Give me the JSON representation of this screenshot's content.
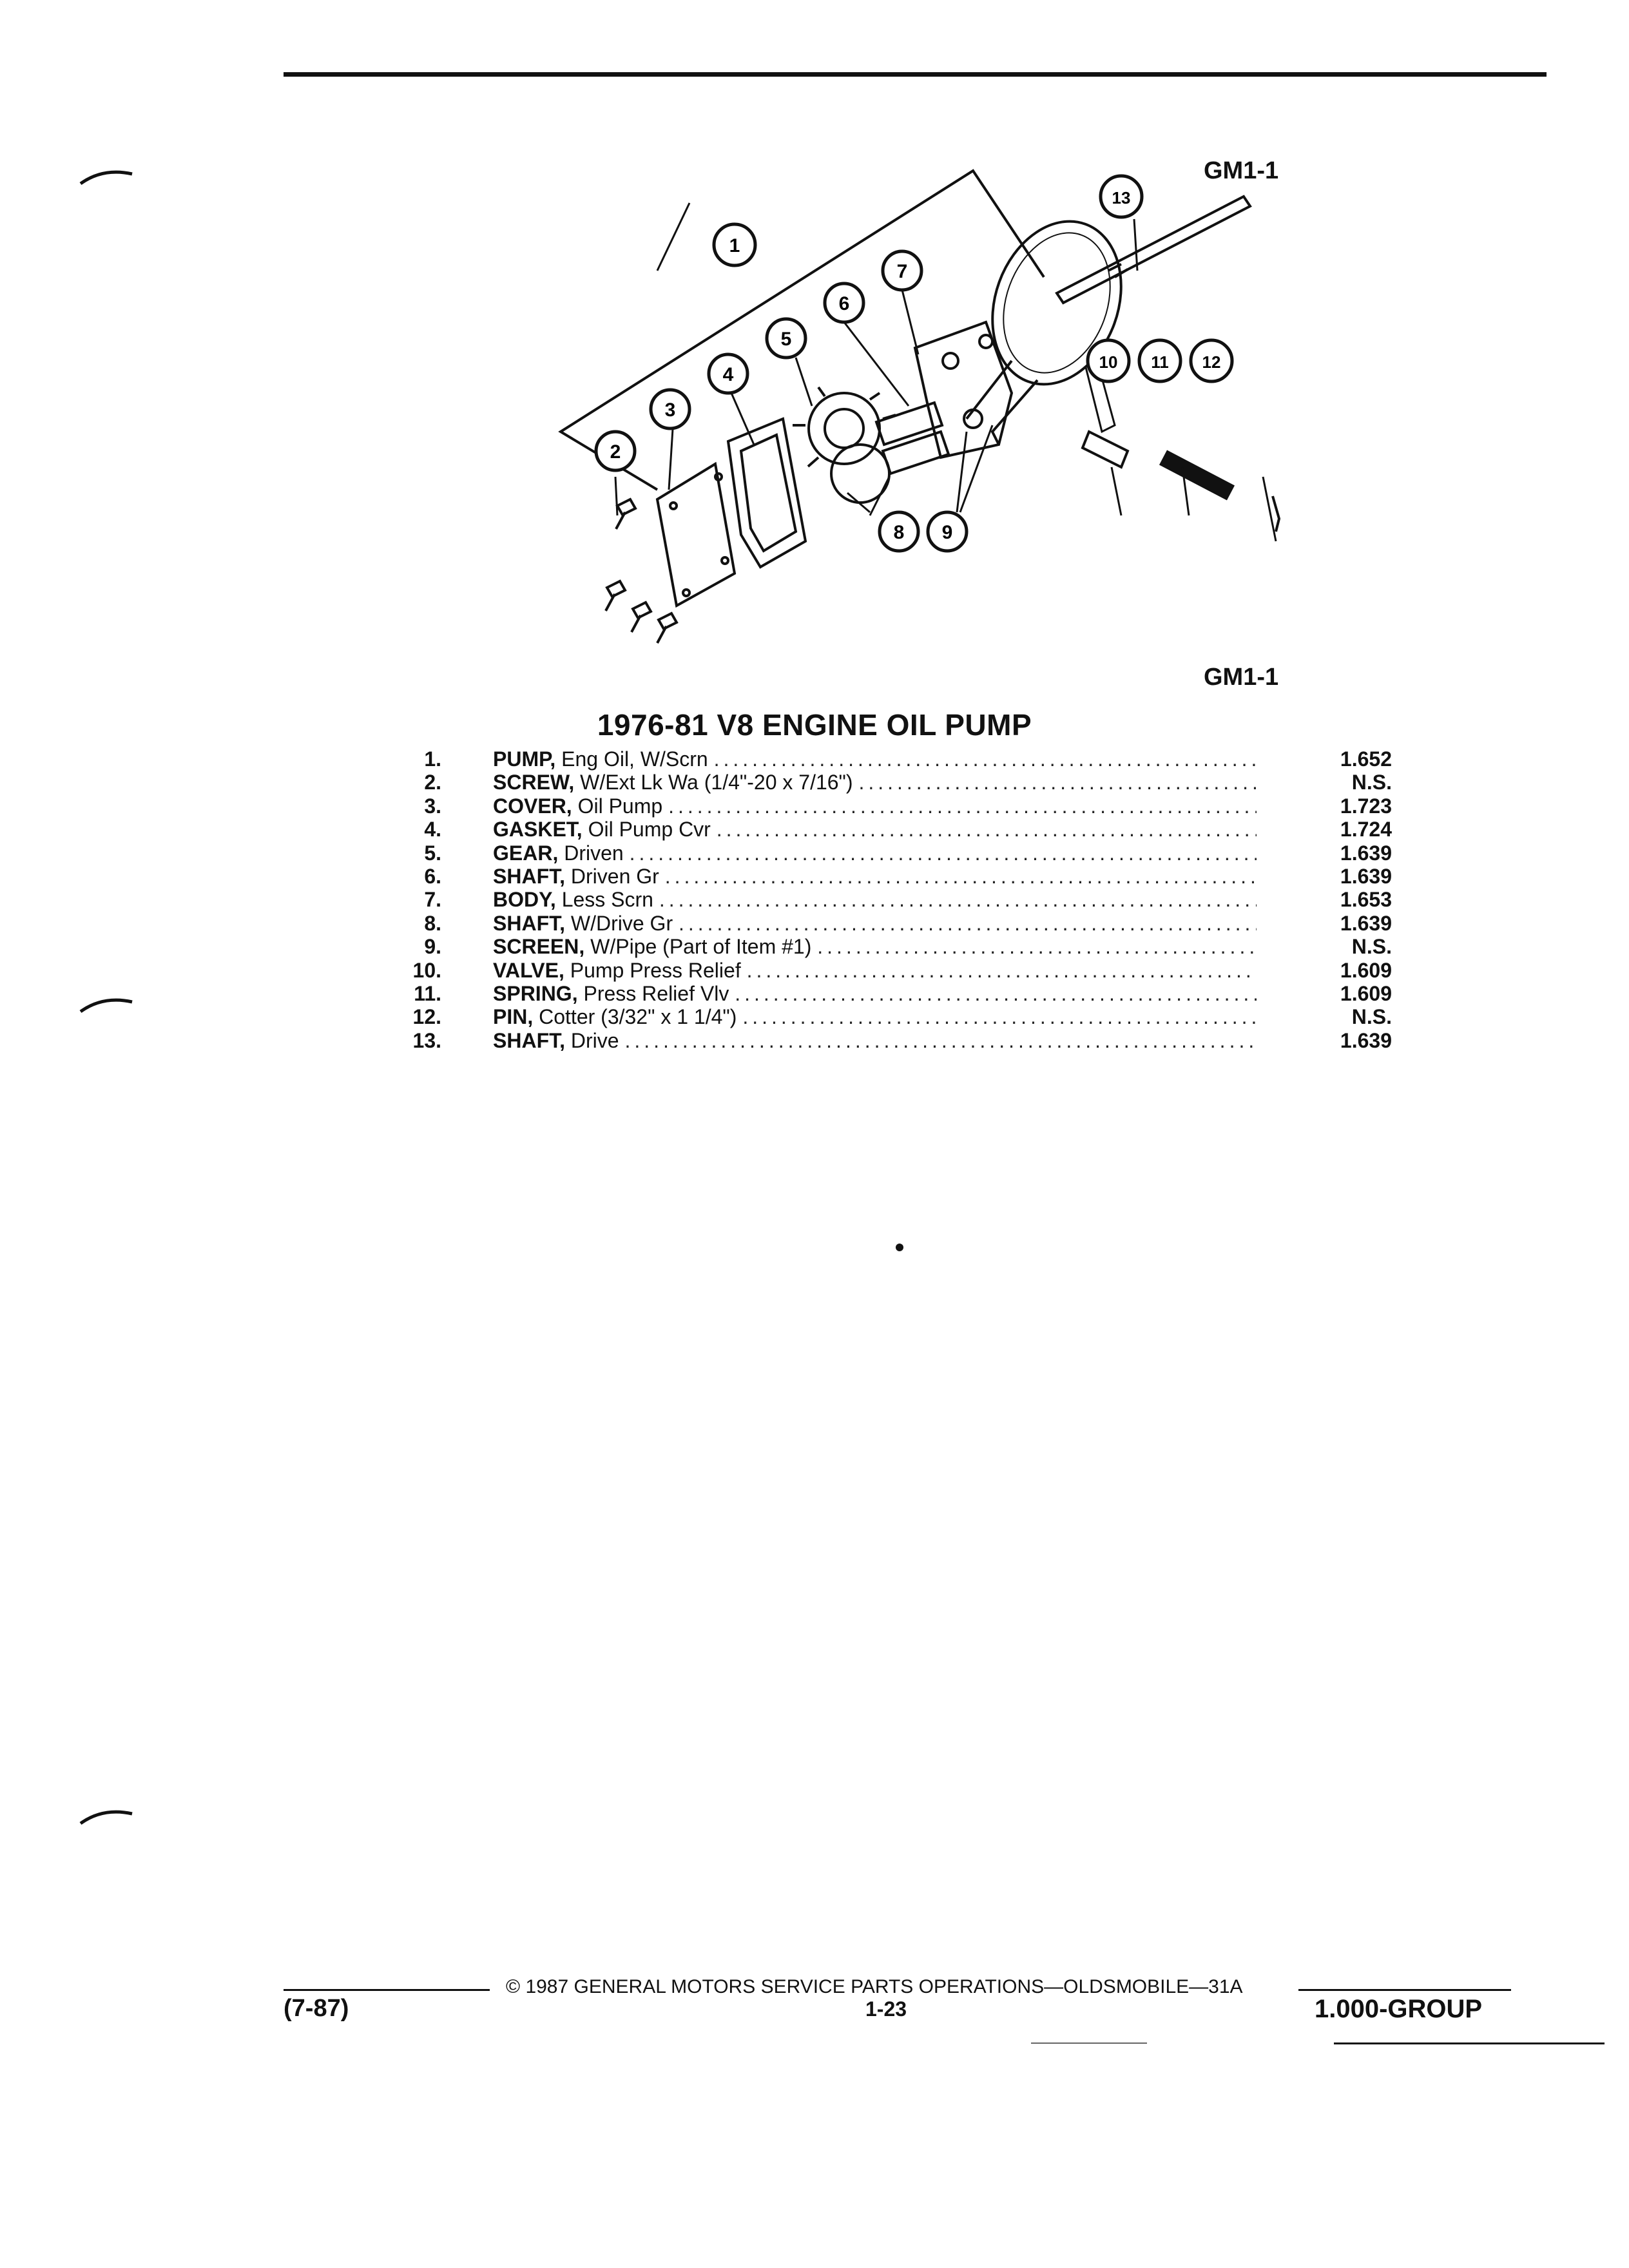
{
  "header": {
    "figure_id_top": "GM1-1",
    "figure_id_bottom": "GM1-1"
  },
  "diagram": {
    "callouts": [
      "1",
      "2",
      "3",
      "4",
      "5",
      "6",
      "7",
      "8",
      "9",
      "10",
      "11",
      "12",
      "13"
    ]
  },
  "table": {
    "title": "1976-81 V8 ENGINE OIL PUMP",
    "rows": [
      {
        "num": "1.",
        "name": "PUMP,",
        "desc": "Eng Oil, W/Scrn",
        "code": "1.652"
      },
      {
        "num": "2.",
        "name": "SCREW,",
        "desc": "W/Ext Lk Wa (1/4\"-20 x 7/16\")",
        "code": "N.S."
      },
      {
        "num": "3.",
        "name": "COVER,",
        "desc": "Oil Pump",
        "code": "1.723"
      },
      {
        "num": "4.",
        "name": "GASKET,",
        "desc": "Oil Pump Cvr",
        "code": "1.724"
      },
      {
        "num": "5.",
        "name": "GEAR,",
        "desc": "Driven",
        "code": "1.639"
      },
      {
        "num": "6.",
        "name": "SHAFT,",
        "desc": "Driven Gr",
        "code": "1.639"
      },
      {
        "num": "7.",
        "name": "BODY,",
        "desc": "Less Scrn",
        "code": "1.653"
      },
      {
        "num": "8.",
        "name": "SHAFT,",
        "desc": "W/Drive Gr",
        "code": "1.639"
      },
      {
        "num": "9.",
        "name": "SCREEN,",
        "desc": "W/Pipe (Part of Item #1)",
        "code": "N.S."
      },
      {
        "num": "10.",
        "name": "VALVE,",
        "desc": "Pump Press Relief",
        "code": "1.609"
      },
      {
        "num": "11.",
        "name": "SPRING,",
        "desc": "Press Relief Vlv",
        "code": "1.609"
      },
      {
        "num": "12.",
        "name": "PIN,",
        "desc": "Cotter (3/32\" x 1 1/4\")",
        "code": "N.S."
      },
      {
        "num": "13.",
        "name": "SHAFT,",
        "desc": "Drive",
        "code": "1.639"
      }
    ]
  },
  "footer": {
    "copyright": "© 1987 GENERAL MOTORS SERVICE PARTS OPERATIONS—OLDSMOBILE—31A",
    "date": "(7-87)",
    "page": "1-23",
    "group": "1.000-GROUP"
  }
}
